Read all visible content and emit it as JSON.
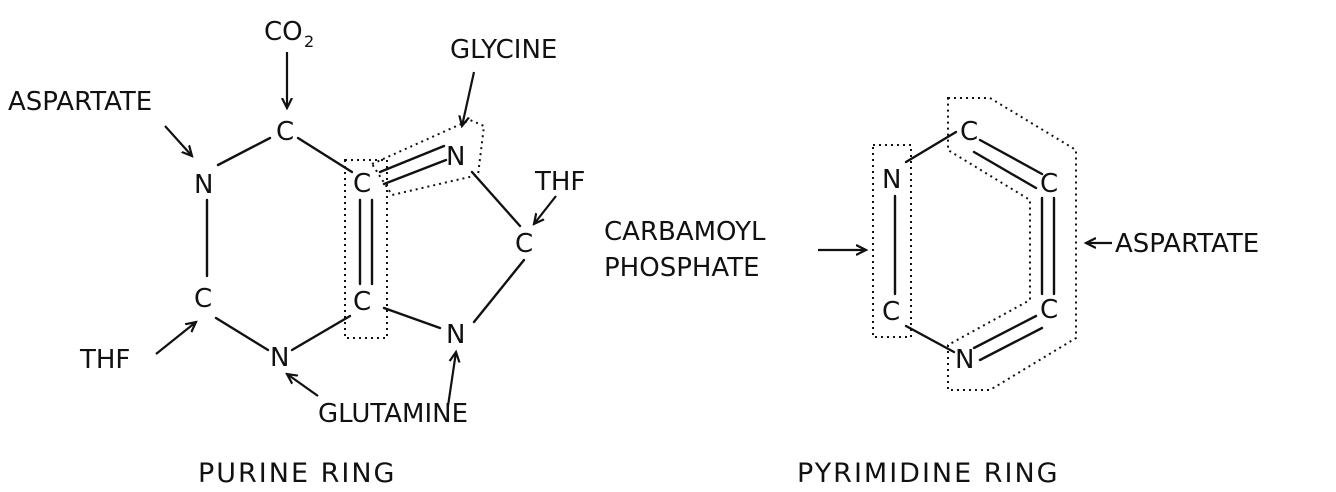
{
  "purine": {
    "title": "PURINE RING",
    "atoms": {
      "c2_top": "C",
      "n_left": "N",
      "c_fused_top": "C",
      "n_glycine": "N",
      "c_thf": "C",
      "c_fused_bot": "C",
      "n_bot_right": "N",
      "n_glutamine": "N",
      "c_thf_left": "C"
    },
    "labels": {
      "co2": "CO",
      "co2_sub": "2",
      "aspartate": "ASPARTATE",
      "glycine": "GLYCINE",
      "thf_right": "THF",
      "thf_left": "THF",
      "glutamine": "GLUTAMINE"
    }
  },
  "pyrimidine": {
    "title": "PYRIMIDINE RING",
    "atoms": {
      "c_top": "C",
      "n_left": "N",
      "c_right_top": "C",
      "c_left_bot": "C",
      "c_right_bot": "C",
      "n_bot": "N"
    },
    "labels": {
      "carbamoyl": "CARBAMOYL",
      "phosphate": "PHOSPHATE",
      "aspartate": "ASPARTATE"
    }
  }
}
